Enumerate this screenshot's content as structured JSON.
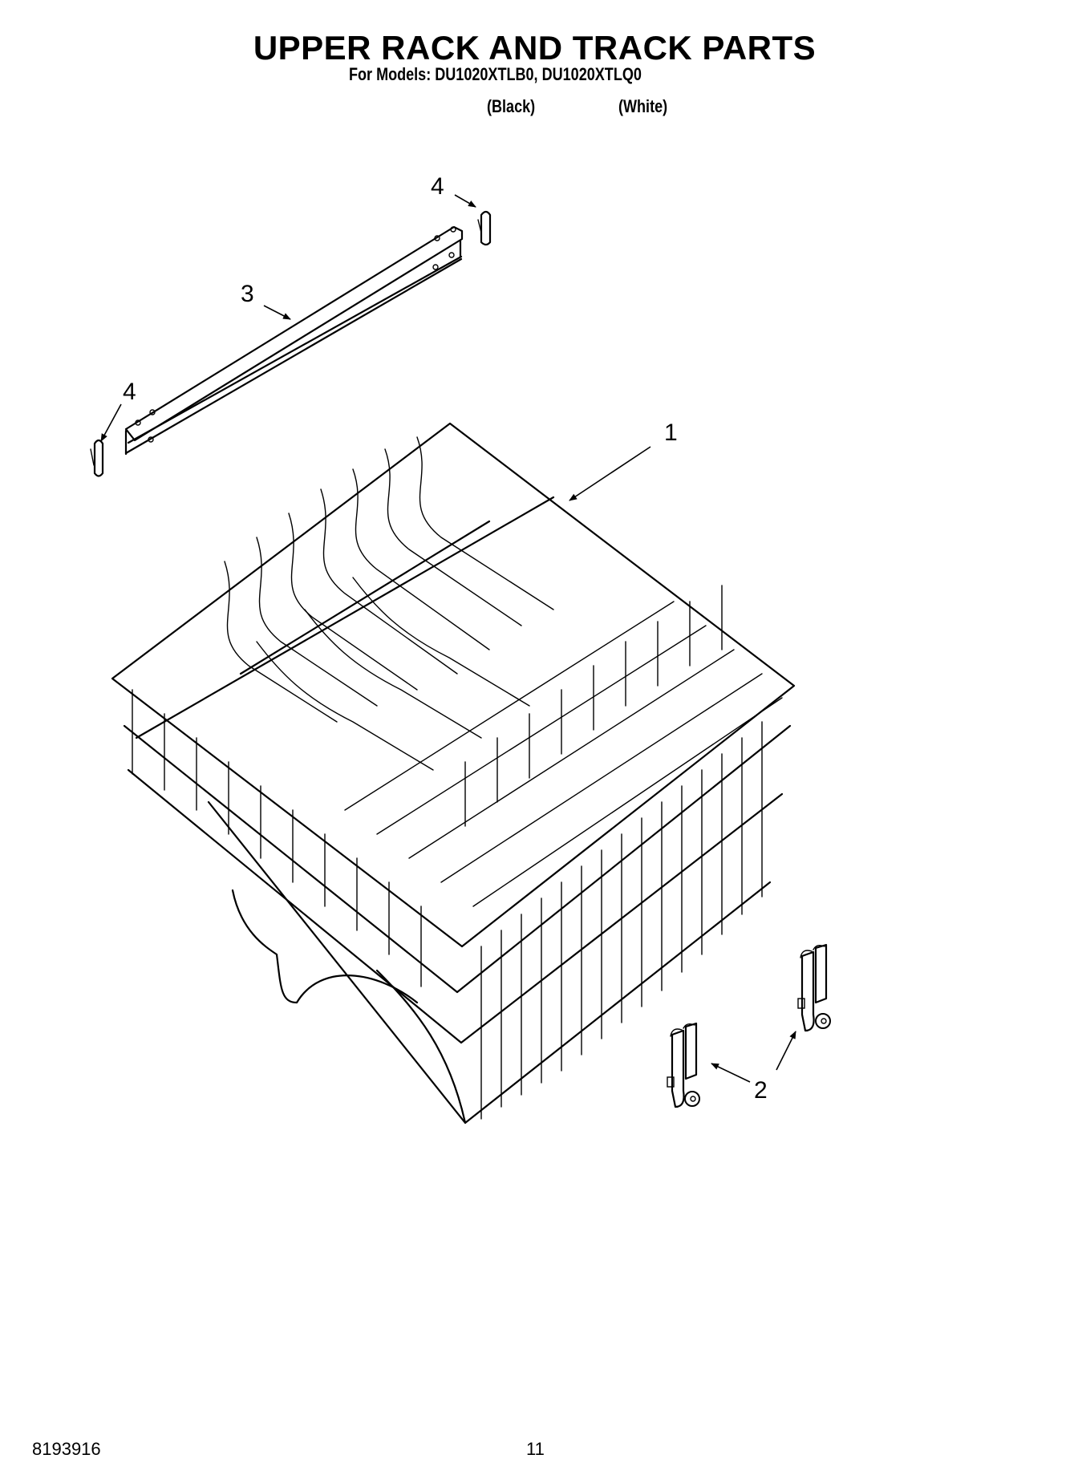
{
  "page": {
    "title": "UPPER RACK AND TRACK PARTS",
    "models_label": "For Models: DU1020XTLB0, DU1020XTLQ0",
    "variants": [
      {
        "model": "DU1020XTLB0",
        "label": "(Black)"
      },
      {
        "model": "DU1020XTLQ0",
        "label": "(White)"
      }
    ]
  },
  "diagram": {
    "callouts": [
      {
        "id": "1",
        "label": "1",
        "part": "upper-rack"
      },
      {
        "id": "2",
        "label": "2",
        "part": "rack-roller-assembly"
      },
      {
        "id": "3",
        "label": "3",
        "part": "track"
      },
      {
        "id": "4a",
        "label": "4",
        "part": "track-end-cap-right"
      },
      {
        "id": "4b",
        "label": "4",
        "part": "track-end-cap-left"
      }
    ]
  },
  "footer": {
    "document_number": "8193916",
    "page_number": "11"
  }
}
